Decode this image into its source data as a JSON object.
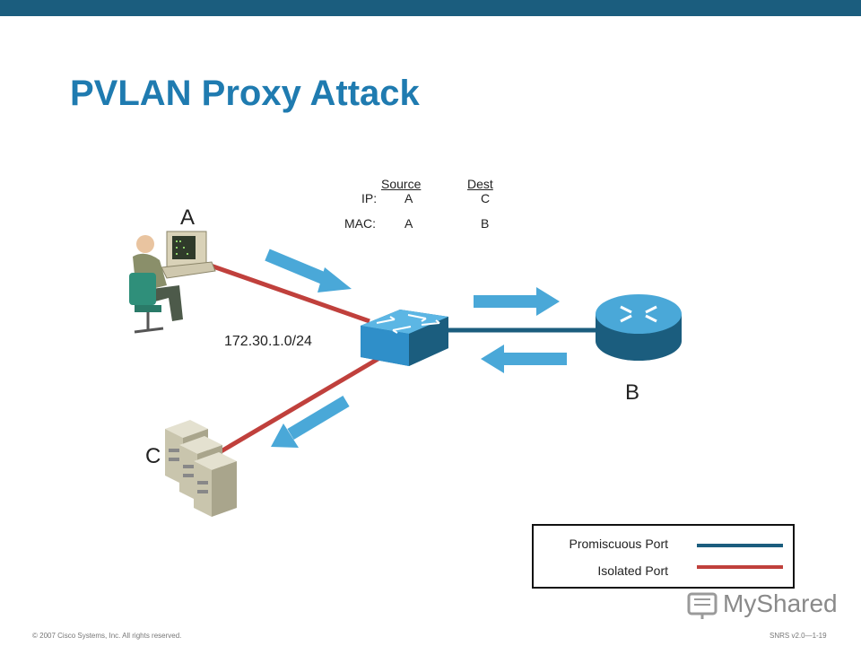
{
  "slide": {
    "title": "PVLAN Proxy Attack"
  },
  "packet_table": {
    "header_source": "Source",
    "header_dest": "Dest",
    "row_ip_label": "IP:",
    "row_ip_source": "A",
    "row_ip_dest": "C",
    "row_mac_label": "MAC:",
    "row_mac_source": "A",
    "row_mac_dest": "B"
  },
  "nodes": {
    "a_label": "A",
    "b_label": "B",
    "c_label": "C"
  },
  "subnet_label": "172.30.1.0/24",
  "legend": {
    "promiscuous_label": "Promiscuous Port",
    "isolated_label": "Isolated Port",
    "promiscuous_color": "#1b5d7e",
    "isolated_color": "#c0403c"
  },
  "colors": {
    "topbar": "#1b5d7e",
    "title": "#1f7bb0",
    "arrow": "#4aa8d8",
    "device": "#2f8fc9"
  },
  "footer": {
    "copyright": "© 2007 Cisco Systems, Inc. All rights reserved.",
    "course": "SNRS v2.0—1-19",
    "brand": "MyShared"
  }
}
